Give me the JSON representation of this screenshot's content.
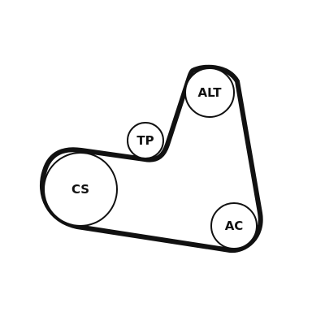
{
  "diagram": {
    "pulleys": {
      "alt": {
        "label": "ALT"
      },
      "tp": {
        "label": "TP"
      },
      "cs": {
        "label": "CS"
      },
      "ac": {
        "label": "AC"
      }
    },
    "colors": {
      "belt": "#111111",
      "pulley_fill": "#ffffff",
      "background": "#ffffff"
    }
  }
}
